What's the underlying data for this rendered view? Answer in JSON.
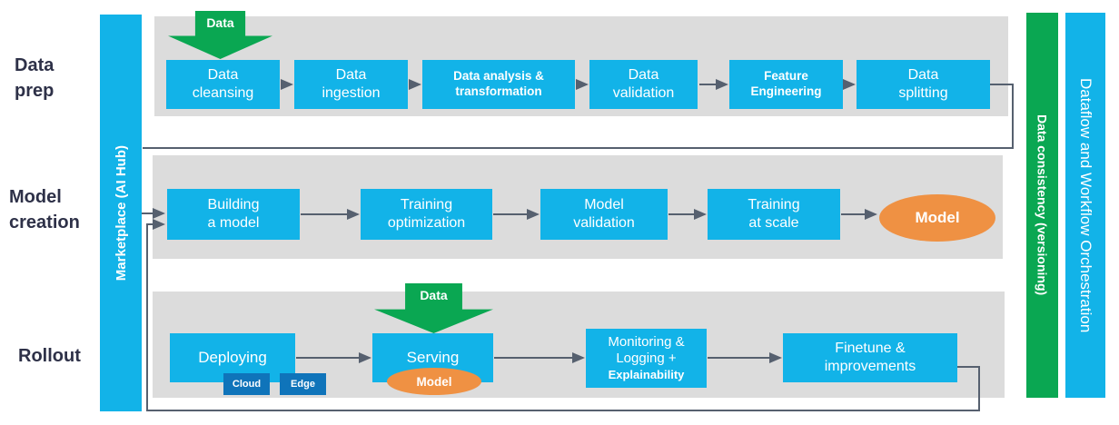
{
  "palette": {
    "cyan": "#12b3e8",
    "green": "#0aa752",
    "orange": "#ef9143",
    "dark_blue": "#0f74ba",
    "band_gray": "#dcdcdc",
    "line_slate": "#56606f",
    "label_navy": "#2e3148"
  },
  "row_labels": {
    "data_prep": "Data\nprep",
    "model_creation": "Model\ncreation",
    "rollout": "Rollout"
  },
  "marketplace_bar": "Marketplace (AI Hub)",
  "right_bars": {
    "data_consistency": "Data consistency (versioning)",
    "orchestration": "Dataflow and Workflow Orchestration"
  },
  "data_prep": {
    "input_label": "Data",
    "steps": [
      "Data\ncleansing",
      "Data\ningestion",
      "Data analysis &\ntransformation",
      "Data\nvalidation",
      "Feature\nEngineering",
      "Data\nsplitting"
    ]
  },
  "model_creation": {
    "steps": [
      "Building\na model",
      "Training\noptimization",
      "Model\nvalidation",
      "Training\nat scale"
    ],
    "output": "Model"
  },
  "rollout": {
    "input_label": "Data",
    "deploying": "Deploying",
    "targets": [
      "Cloud",
      "Edge"
    ],
    "serving": "Serving",
    "serving_model": "Model",
    "monitoring": "Monitoring &\nLogging +",
    "monitoring_sub": "Explainability",
    "finetune": "Finetune &\nimprovements"
  }
}
